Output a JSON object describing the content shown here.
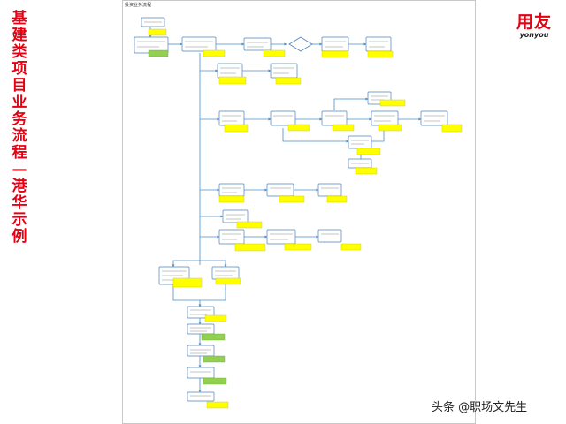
{
  "page_title": "基建类项目业务流程—港华示例",
  "logo": {
    "cn": "用友",
    "en": "yonyou"
  },
  "sheet_title": "投资业务流程",
  "watermark": "头条 @职场文先生",
  "colors": {
    "title": "#e60012",
    "note_yellow": "#ffff00",
    "note_green": "#92d050",
    "box_fill": "#ffffff",
    "box_stroke": "#4f81bd",
    "line": "#4a90c8"
  }
}
